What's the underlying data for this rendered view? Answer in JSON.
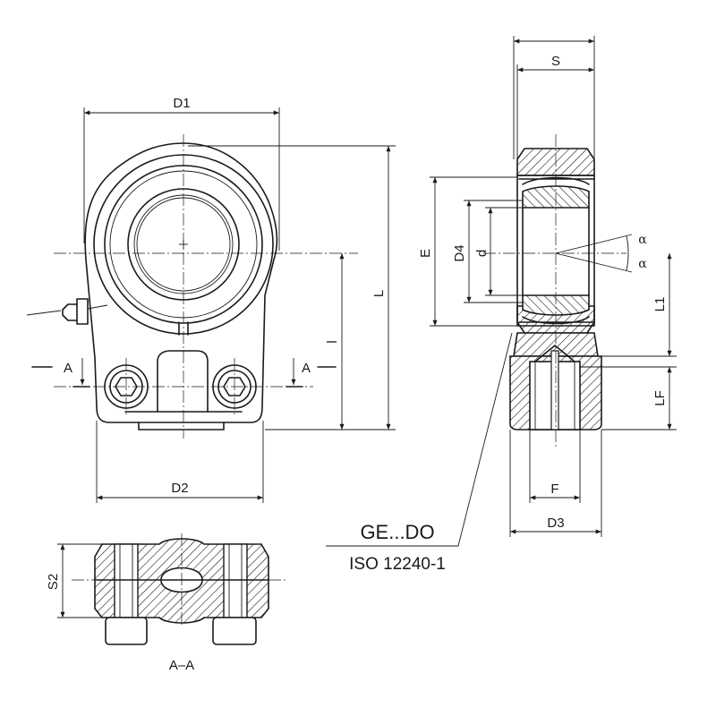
{
  "labels": {
    "D1": "D1",
    "D2": "D2",
    "L": "L",
    "l": "l",
    "A_left": "A",
    "A_right": "A",
    "S": "S",
    "E": "E",
    "D4": "D4",
    "d": "d",
    "alpha1": "α",
    "alpha2": "α",
    "L1": "L1",
    "LF": "LF",
    "F": "F",
    "D3": "D3",
    "S2": "S2",
    "section": "A–A",
    "product": "GE...DO",
    "standard": "ISO 12240-1"
  }
}
